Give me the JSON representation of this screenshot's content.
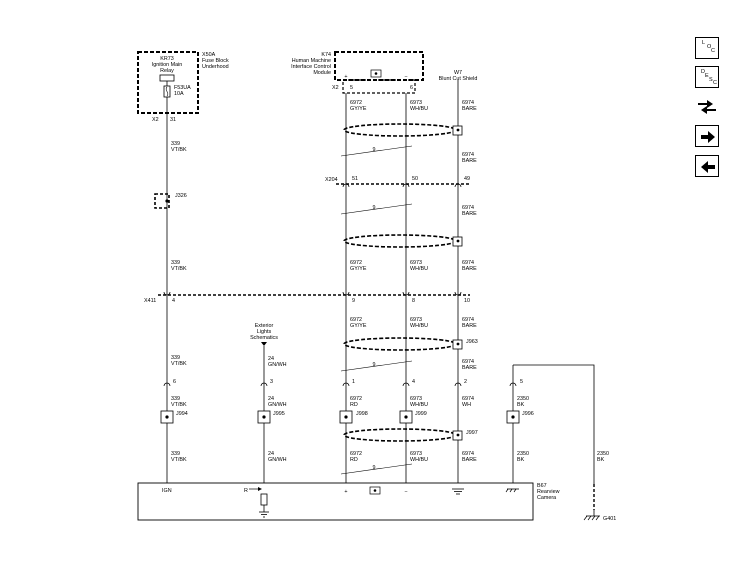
{
  "components": {
    "fuse_block": {
      "ref": "X50A",
      "line1": "Fuse Block",
      "line2": "Underhood"
    },
    "relay": {
      "ref": "KR73",
      "line1": "Ignition Main",
      "line2": "Relay"
    },
    "fuse": {
      "ref": "F53UA",
      "rating": "10A"
    },
    "hmi": {
      "ref": "K74",
      "line1": "Human Machine",
      "line2": "Interface Control",
      "line3": "Module"
    },
    "shield_w7": {
      "ref": "W7",
      "desc": "Blunt Cut  Shield"
    },
    "camera": {
      "ref": "B67",
      "line1": "Rearview",
      "line2": "Camera"
    },
    "lights": {
      "line1": "Exterior",
      "line2": "Lights",
      "line3": "Schematics"
    },
    "ground": {
      "ref": "G401"
    }
  },
  "connectors": {
    "x2_a": "X2",
    "x2_a_pin": "31",
    "x2_b": "X2",
    "x2_b_pin5": "5",
    "x2_b_pin6": "6",
    "x204": "X204",
    "x204_p51": "51",
    "x204_p50": "50",
    "x204_p49": "49",
    "x411": "X411",
    "x411_p4": "4",
    "x411_p9": "9",
    "x411_p8": "8",
    "x411_p10": "10",
    "cam_p6": "6",
    "cam_p3": "3",
    "cam_p1": "1",
    "cam_p4": "4",
    "cam_p2": "2",
    "cam_p5": "5"
  },
  "splices": {
    "j326": "J326",
    "j994": "J994",
    "j995": "J995",
    "j998": "J998",
    "j999": "J999",
    "j996": "J996",
    "j997": "J997",
    "j963": "J963"
  },
  "wires": {
    "c339": "339",
    "vtbk": "VT/BK",
    "c6972": "6972",
    "gyye": "GY/YE",
    "rd": "RD",
    "c6973": "6973",
    "whbu": "WH/BU",
    "c6974": "6974",
    "bare": "BARE",
    "wh": "WH",
    "c24": "24",
    "gnwh": "GN/WH",
    "c2350": "2350",
    "bk": "BK",
    "twist": "9"
  },
  "pin_labels": {
    "ign": "IGN",
    "r": "R",
    "plus": "+",
    "minus": "−"
  },
  "nav_buttons": [
    {
      "name": "loc-button",
      "t1": "L",
      "t2": "O",
      "t3": "C"
    },
    {
      "name": "desc-button",
      "t1": "D",
      "t2": "E",
      "t3": "S",
      "t4": "C"
    },
    {
      "name": "connector-toggle-button"
    },
    {
      "name": "next-page-button"
    },
    {
      "name": "previous-page-button"
    }
  ]
}
